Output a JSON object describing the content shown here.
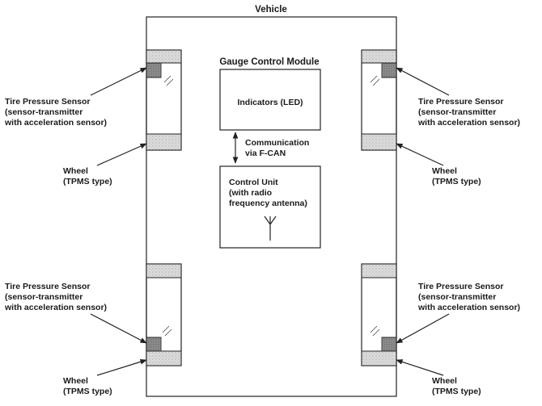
{
  "vehicle_label": "Vehicle",
  "gauge_module": {
    "title": "Gauge Control Module",
    "indicators": "Indicators (LED)"
  },
  "communication": [
    "Communication",
    "via F-CAN"
  ],
  "control_unit": [
    "Control Unit",
    "(with radio",
    "frequency antenna)"
  ],
  "sensors": {
    "front_left": [
      "Tire Pressure Sensor",
      "(sensor-transmitter",
      "with acceleration sensor)"
    ],
    "front_right": [
      "Tire Pressure Sensor",
      "(sensor-transmitter",
      "with acceleration sensor)"
    ],
    "rear_left": [
      "Tire Pressure Sensor",
      "(sensor-transmitter",
      "with acceleration sensor)"
    ],
    "rear_right": [
      "Tire Pressure Sensor",
      "(sensor-transmitter",
      "with acceleration sensor)"
    ]
  },
  "wheels": {
    "front_left": [
      "Wheel",
      "(TPMS type)"
    ],
    "front_right": [
      "Wheel",
      "(TPMS type)"
    ],
    "rear_left": [
      "Wheel",
      "(TPMS type)"
    ],
    "rear_right": [
      "Wheel",
      "(TPMS type)"
    ]
  },
  "colors": {
    "stroke": "#222222",
    "tire_fill": "#d6d6d6",
    "sensor_fill": "#8a8a8a"
  }
}
